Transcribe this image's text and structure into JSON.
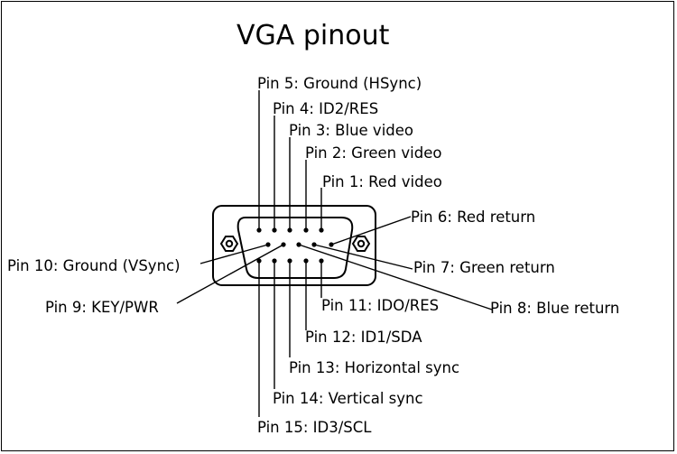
{
  "title": "VGA pinout",
  "pins": {
    "pin1": "Pin 1: Red video",
    "pin2": "Pin 2: Green video",
    "pin3": "Pin 3: Blue video",
    "pin4": "Pin 4: ID2/RES",
    "pin5": "Pin 5: Ground (HSync)",
    "pin6": "Pin 6: Red return",
    "pin7": "Pin 7: Green return",
    "pin8": "Pin 8: Blue return",
    "pin9": "Pin 9: KEY/PWR",
    "pin10": "Pin 10: Ground (VSync)",
    "pin11": "Pin 11: IDO/RES",
    "pin12": "Pin 12: ID1/SDA",
    "pin13": "Pin 13: Horizontal sync",
    "pin14": "Pin 14: Vertical sync",
    "pin15": "Pin 15: ID3/SCL"
  }
}
